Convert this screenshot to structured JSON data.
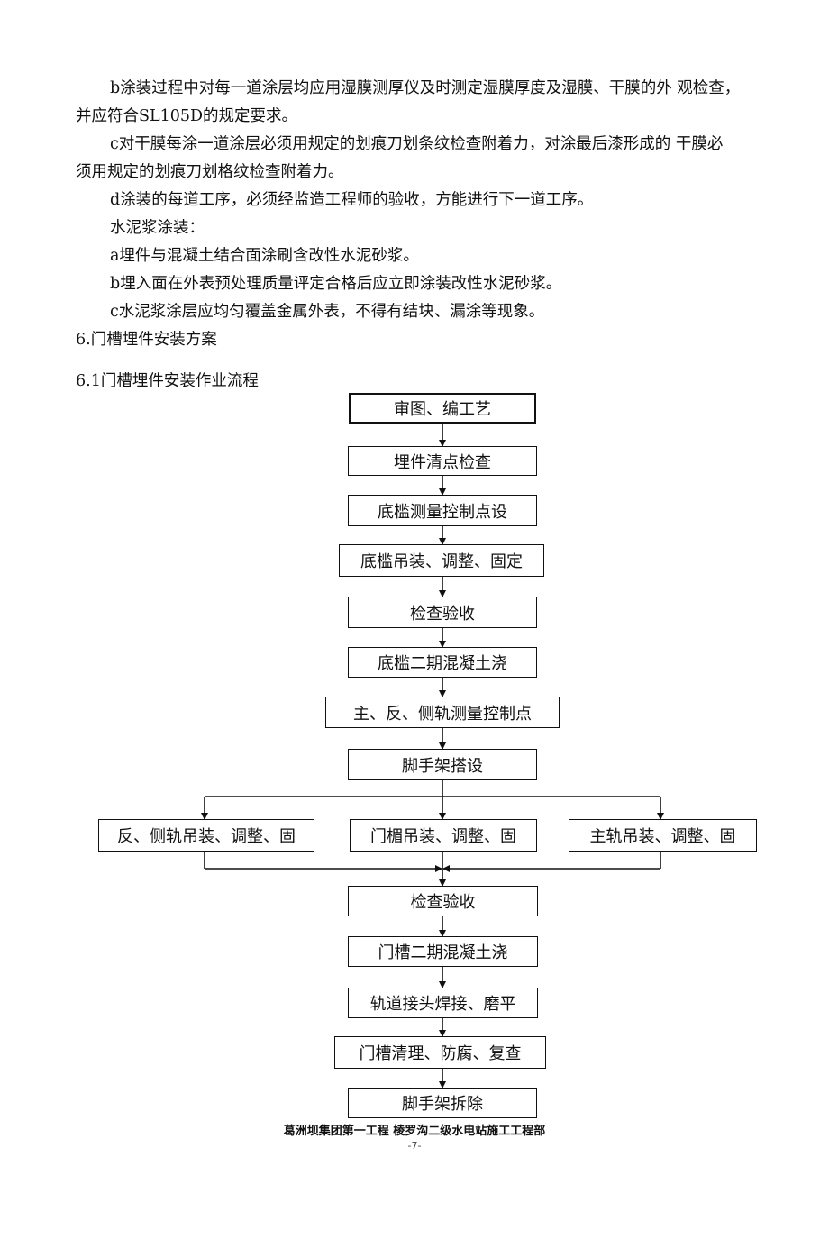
{
  "paragraphs": {
    "p1a": "b涂装过程中对每一道涂层均应用湿膜测厚仪及时测定湿膜厚度及湿膜、干膜的外 观检查，",
    "p1b": "并应符合SL105D的规定要求。",
    "p2a": "c对干膜每涂一道涂层必须用规定的划痕刀划条纹检查附着力，对涂最后漆形成的 干膜必",
    "p2b": "须用规定的划痕刀划格纹检查附着力。",
    "p3": "d涂装的每道工序，必须经监造工程师的验收，方能进行下一道工序。",
    "p4": "水泥浆涂装：",
    "p5": "a埋件与混凝土结合面涂刷含改性水泥砂浆。",
    "p6": "b埋入面在外表预处理质量评定合格后应立即涂装改性水泥砂浆。",
    "p7": "c水泥浆涂层应均匀覆盖金属外表，不得有结块、漏涂等现象。"
  },
  "headings": {
    "section6": "6.门槽埋件安装方案",
    "section61": "6.1门槽埋件安装作业流程"
  },
  "flowchart": {
    "steps": [
      "审图、编工艺",
      "埋件清点检查",
      "底槛测量控制点设",
      "底槛吊装、调整、固定",
      "检查验收",
      "底槛二期混凝土浇",
      "主、反、侧轨测量控制点",
      "脚手架搭设"
    ],
    "parallel": [
      "反、侧轨吊装、调整、固",
      "门楣吊装、调整、固",
      "主轨吊装、调整、固"
    ],
    "after": [
      "检查验收",
      "门槽二期混凝土浇",
      "轨道接头焊接、磨平",
      "门槽清理、防腐、复查",
      "脚手架拆除"
    ]
  },
  "footer": {
    "org": "葛洲坝集团第一工程 棱罗沟二级水电站施工工程部",
    "page": "-7-"
  }
}
